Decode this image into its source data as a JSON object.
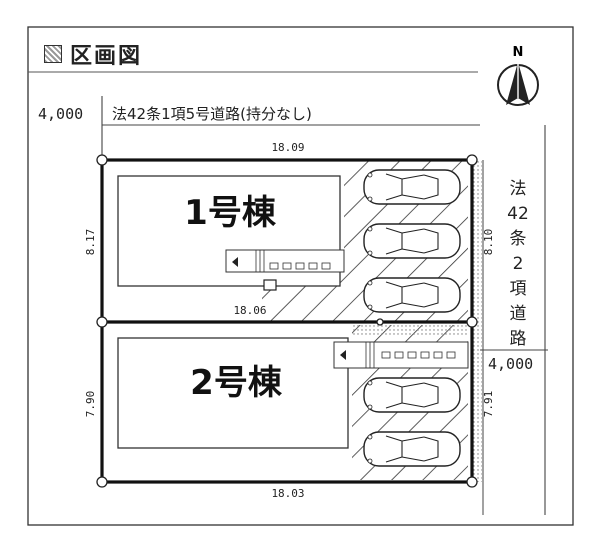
{
  "title": "区画図",
  "north": "N",
  "top_road": {
    "width": "4,000",
    "label": "法42条1項5号道路(持分なし)"
  },
  "side_road": {
    "label_chars": [
      "法",
      "42",
      "条",
      "2",
      "項",
      "道",
      "路"
    ],
    "width": "4,000"
  },
  "lots": [
    {
      "name": "1号棟",
      "top": "18.09",
      "bottom": "18.06",
      "left": "8.17",
      "right": "8.10"
    },
    {
      "name": "2号棟",
      "bottom": "18.03",
      "left": "7.90",
      "right": "7.91"
    }
  ]
}
